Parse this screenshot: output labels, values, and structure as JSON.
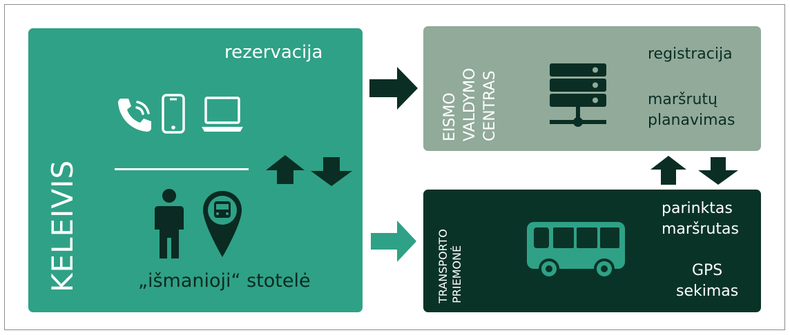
{
  "passenger": {
    "title": "KELEIVIS",
    "reservation": "rezervacija",
    "smart_stop": "„išmanioji“ stotelė",
    "icons": [
      "phone-icon",
      "smartphone-icon",
      "laptop-icon",
      "person-icon",
      "bus-stop-pin-icon"
    ]
  },
  "control_center": {
    "title_lines": [
      "EISMO",
      "VALDYMO",
      "CENTRAS"
    ],
    "registration": "registracija",
    "route_planning_lines": [
      "maršrutų",
      "planavimas"
    ],
    "icons": [
      "server-icon"
    ]
  },
  "vehicle": {
    "title_lines": [
      "TRANSPORTO",
      "PRIEMONĖ"
    ],
    "selected_route_lines": [
      "parinktas",
      "maršrutas"
    ],
    "gps_lines": [
      "GPS",
      "sekimas"
    ],
    "icons": [
      "bus-icon"
    ]
  },
  "colors": {
    "passenger_box": "#2fa186",
    "control_box": "#91aa9a",
    "vehicle_box": "#0a3328",
    "dark_arrow": "#0b2e24",
    "light_arrow": "#2fa186"
  }
}
